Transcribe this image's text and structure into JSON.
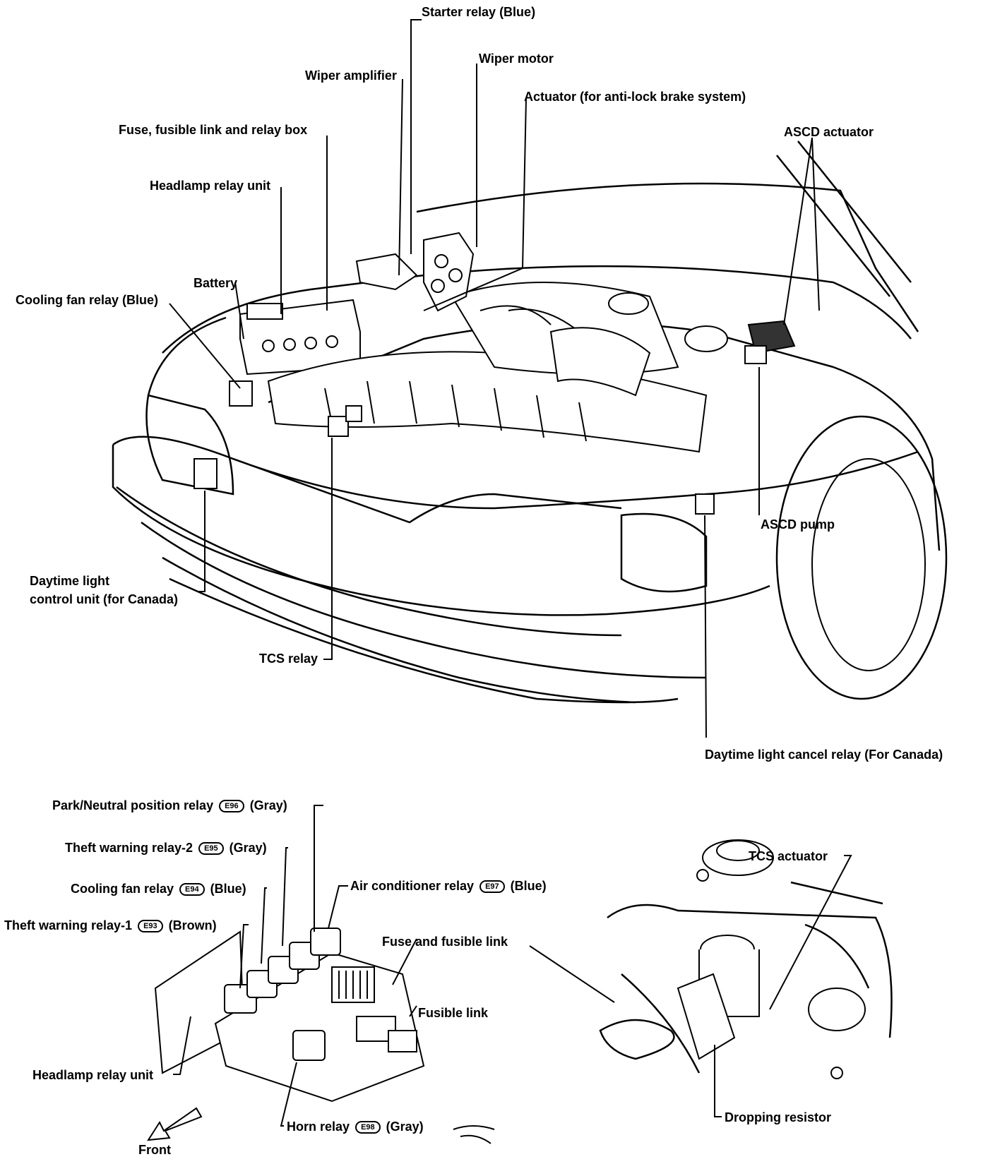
{
  "top_labels": {
    "starter_relay": "Starter relay (Blue)",
    "wiper_motor": "Wiper motor",
    "wiper_amplifier": "Wiper amplifier",
    "actuator_abs": "Actuator (for anti-lock brake system)",
    "fuse_box": "Fuse, fusible link and relay box",
    "ascd_actuator": "ASCD actuator",
    "headlamp_relay_unit": "Headlamp relay unit",
    "battery": "Battery",
    "cooling_fan_relay": "Cooling fan relay (Blue)",
    "ascd_pump": "ASCD pump",
    "daytime_light_control_1": "Daytime light",
    "daytime_light_control_2": "control unit (for Canada)",
    "tcs_relay": "TCS relay",
    "daytime_light_cancel": "Daytime light cancel relay (For Canada)"
  },
  "bottom_left": {
    "park_neutral": {
      "text": "Park/Neutral position relay",
      "connector": "E96",
      "color": "(Gray)"
    },
    "theft_warning_2": {
      "text": "Theft warning relay-2",
      "connector": "E95",
      "color": "(Gray)"
    },
    "cooling_fan": {
      "text": "Cooling fan relay",
      "connector": "E94",
      "color": "(Blue)"
    },
    "air_conditioner": {
      "text": "Air conditioner relay",
      "connector": "E97",
      "color": "(Blue)"
    },
    "theft_warning_1": {
      "text": "Theft warning relay-1",
      "connector": "E93",
      "color": "(Brown)"
    },
    "fuse_fusible_link": "Fuse and fusible link",
    "fusible_link": "Fusible link",
    "headlamp_relay_unit": "Headlamp relay unit",
    "horn_relay": {
      "text": "Horn relay",
      "connector": "E98",
      "color": "(Gray)"
    },
    "front": "Front"
  },
  "bottom_right": {
    "tcs_actuator": "TCS actuator",
    "dropping_resistor": "Dropping resistor"
  }
}
